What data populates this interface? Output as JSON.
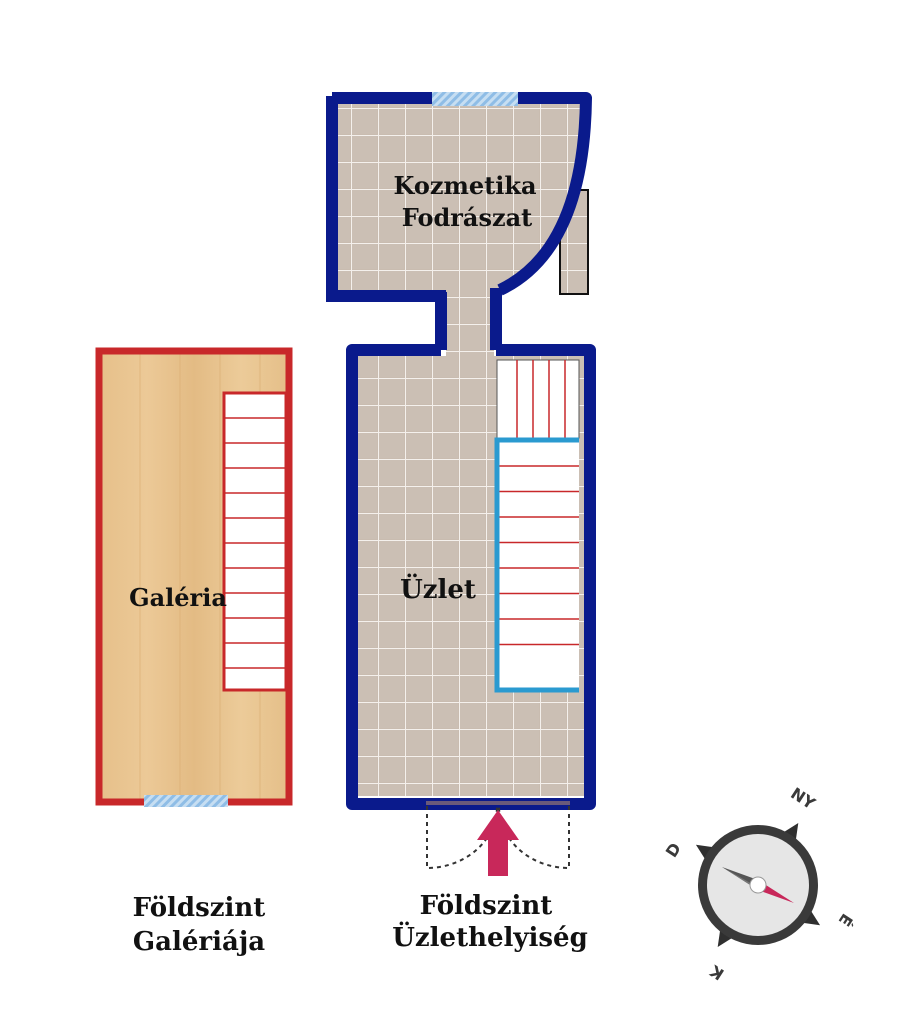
{
  "rooms": {
    "kozmetika": {
      "line1": "Kozmetika",
      "line2": "Fodrászat"
    },
    "uzlet": {
      "label": "Üzlet"
    },
    "galeria": {
      "label": "Galéria"
    }
  },
  "captions": {
    "galeria": {
      "line1": "Földszint",
      "line2": "Galériája"
    },
    "uzlet": {
      "line1": "Földszint",
      "line2": "Üzlethelyiség"
    }
  },
  "compass": {
    "north": "NY",
    "east": "É",
    "south": "K",
    "west": "D"
  },
  "colors": {
    "wall_main": "#0a1a8c",
    "wall_gallery": "#c8282a",
    "stair_highlight": "#2a9ad0",
    "entrance_arrow": "#c8285a",
    "tile": "#c9bcb0",
    "tile_grout": "#f2ede8",
    "wood": "#e8c48e",
    "window": "#9cc6e8"
  },
  "icons": [
    "compass-icon",
    "entrance-arrow-icon",
    "door-swing-icon",
    "window-icon",
    "stairs-icon"
  ]
}
